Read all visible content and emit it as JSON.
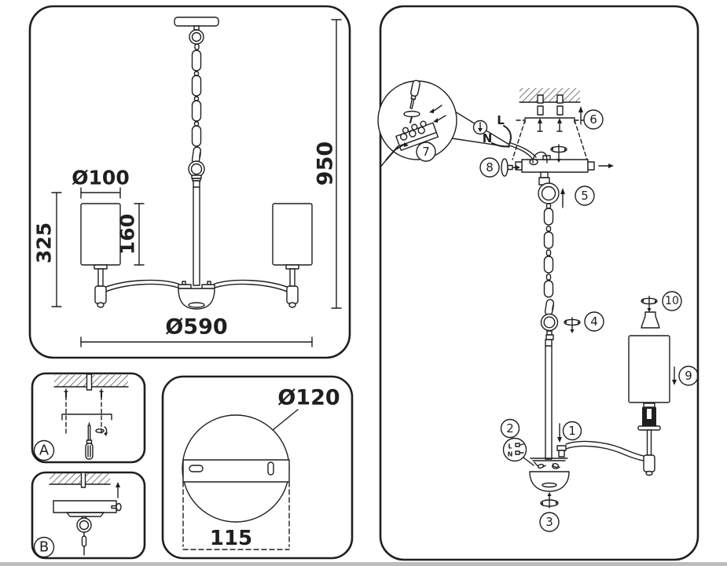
{
  "front_view": {
    "shade_diameter": "Ø100",
    "shade_height": "160",
    "stem_height": "325",
    "overall_height": "950",
    "overall_diameter": "Ø590"
  },
  "canopy_view": {
    "diameter": "Ø120",
    "bracket_spacing": "115"
  },
  "mount_a_label": "A",
  "mount_b_label": "B",
  "assembly": {
    "live_label": "L",
    "neutral_label": "N",
    "detail_live_label": "L",
    "detail_neutral_label": "N",
    "steps": [
      "1",
      "2",
      "3",
      "4",
      "5",
      "6",
      "7",
      "8",
      "9",
      "10"
    ]
  },
  "colors": {
    "line": "#1f1f1f",
    "background": "#ffffff",
    "bottom_strip": "#bdbdbd"
  }
}
